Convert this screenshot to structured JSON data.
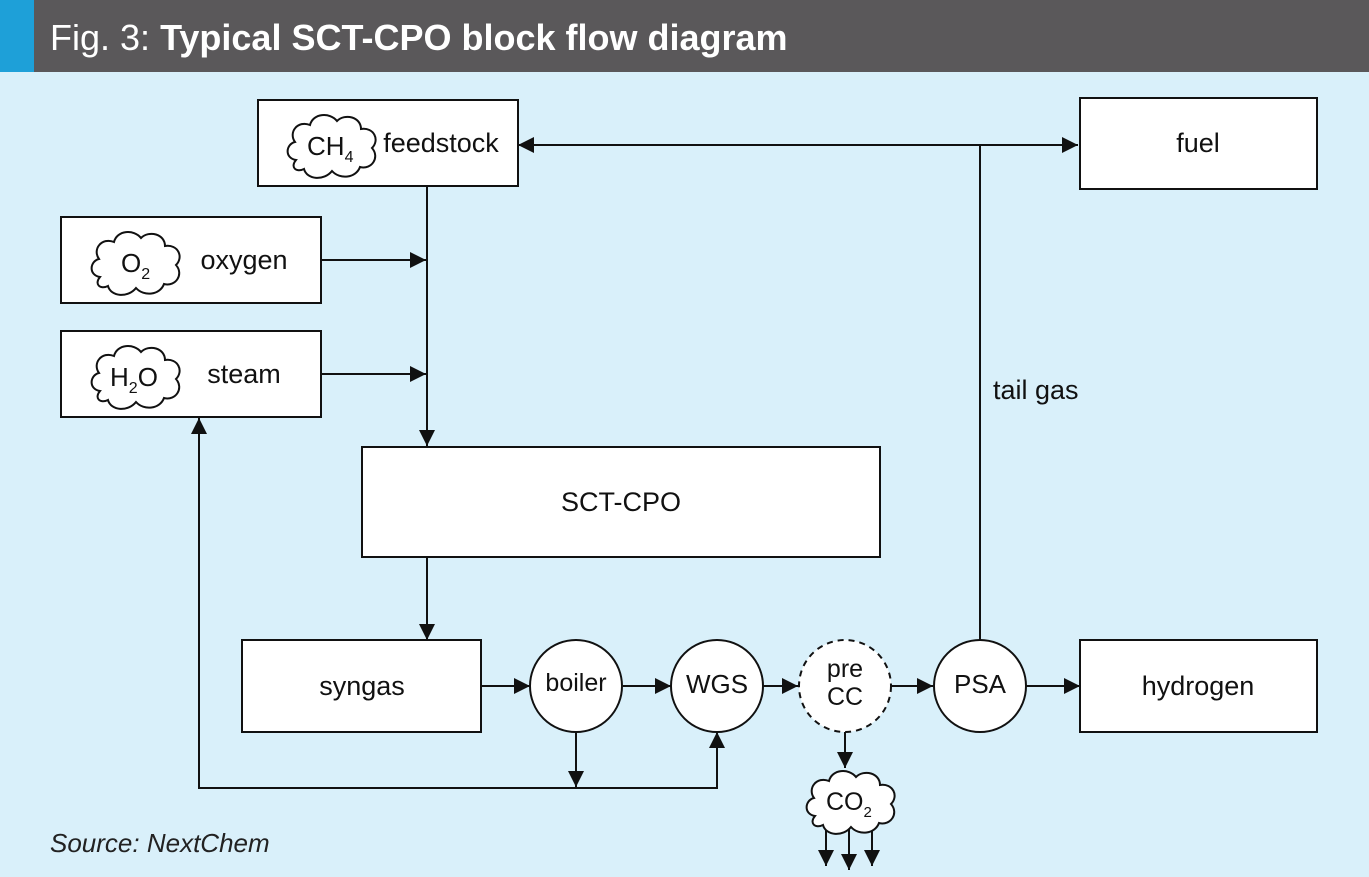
{
  "header": {
    "fig_label": "Fig. 3:",
    "title": "Typical SCT-CPO block flow diagram",
    "accent_color": "#1ea0d8",
    "background_color": "#5a585a"
  },
  "diagram": {
    "background_color": "#d9f0fa",
    "blocks": {
      "feedstock": {
        "chem_main": "CH",
        "chem_sub": "4",
        "label": "feedstock"
      },
      "oxygen": {
        "chem_main": "O",
        "chem_sub": "2",
        "label": "oxygen"
      },
      "steam": {
        "chem_main_1": "H",
        "chem_sub": "2",
        "chem_main_2": "O",
        "label": "steam"
      },
      "fuel": {
        "label": "fuel"
      },
      "sct_cpo": {
        "label": "SCT-CPO"
      },
      "syngas": {
        "label": "syngas"
      },
      "hydrogen": {
        "label": "hydrogen"
      }
    },
    "units": {
      "boiler": {
        "label": "boiler"
      },
      "wgs": {
        "label": "WGS"
      },
      "pre_cc": {
        "label_line1": "pre",
        "label_line2": "CC",
        "style": "dashed"
      },
      "psa": {
        "label": "PSA"
      }
    },
    "co2_output": {
      "chem_main": "CO",
      "chem_sub": "2"
    },
    "stream_labels": {
      "tail_gas": "tail gas"
    }
  },
  "footer": {
    "source": "Source: NextChem"
  }
}
